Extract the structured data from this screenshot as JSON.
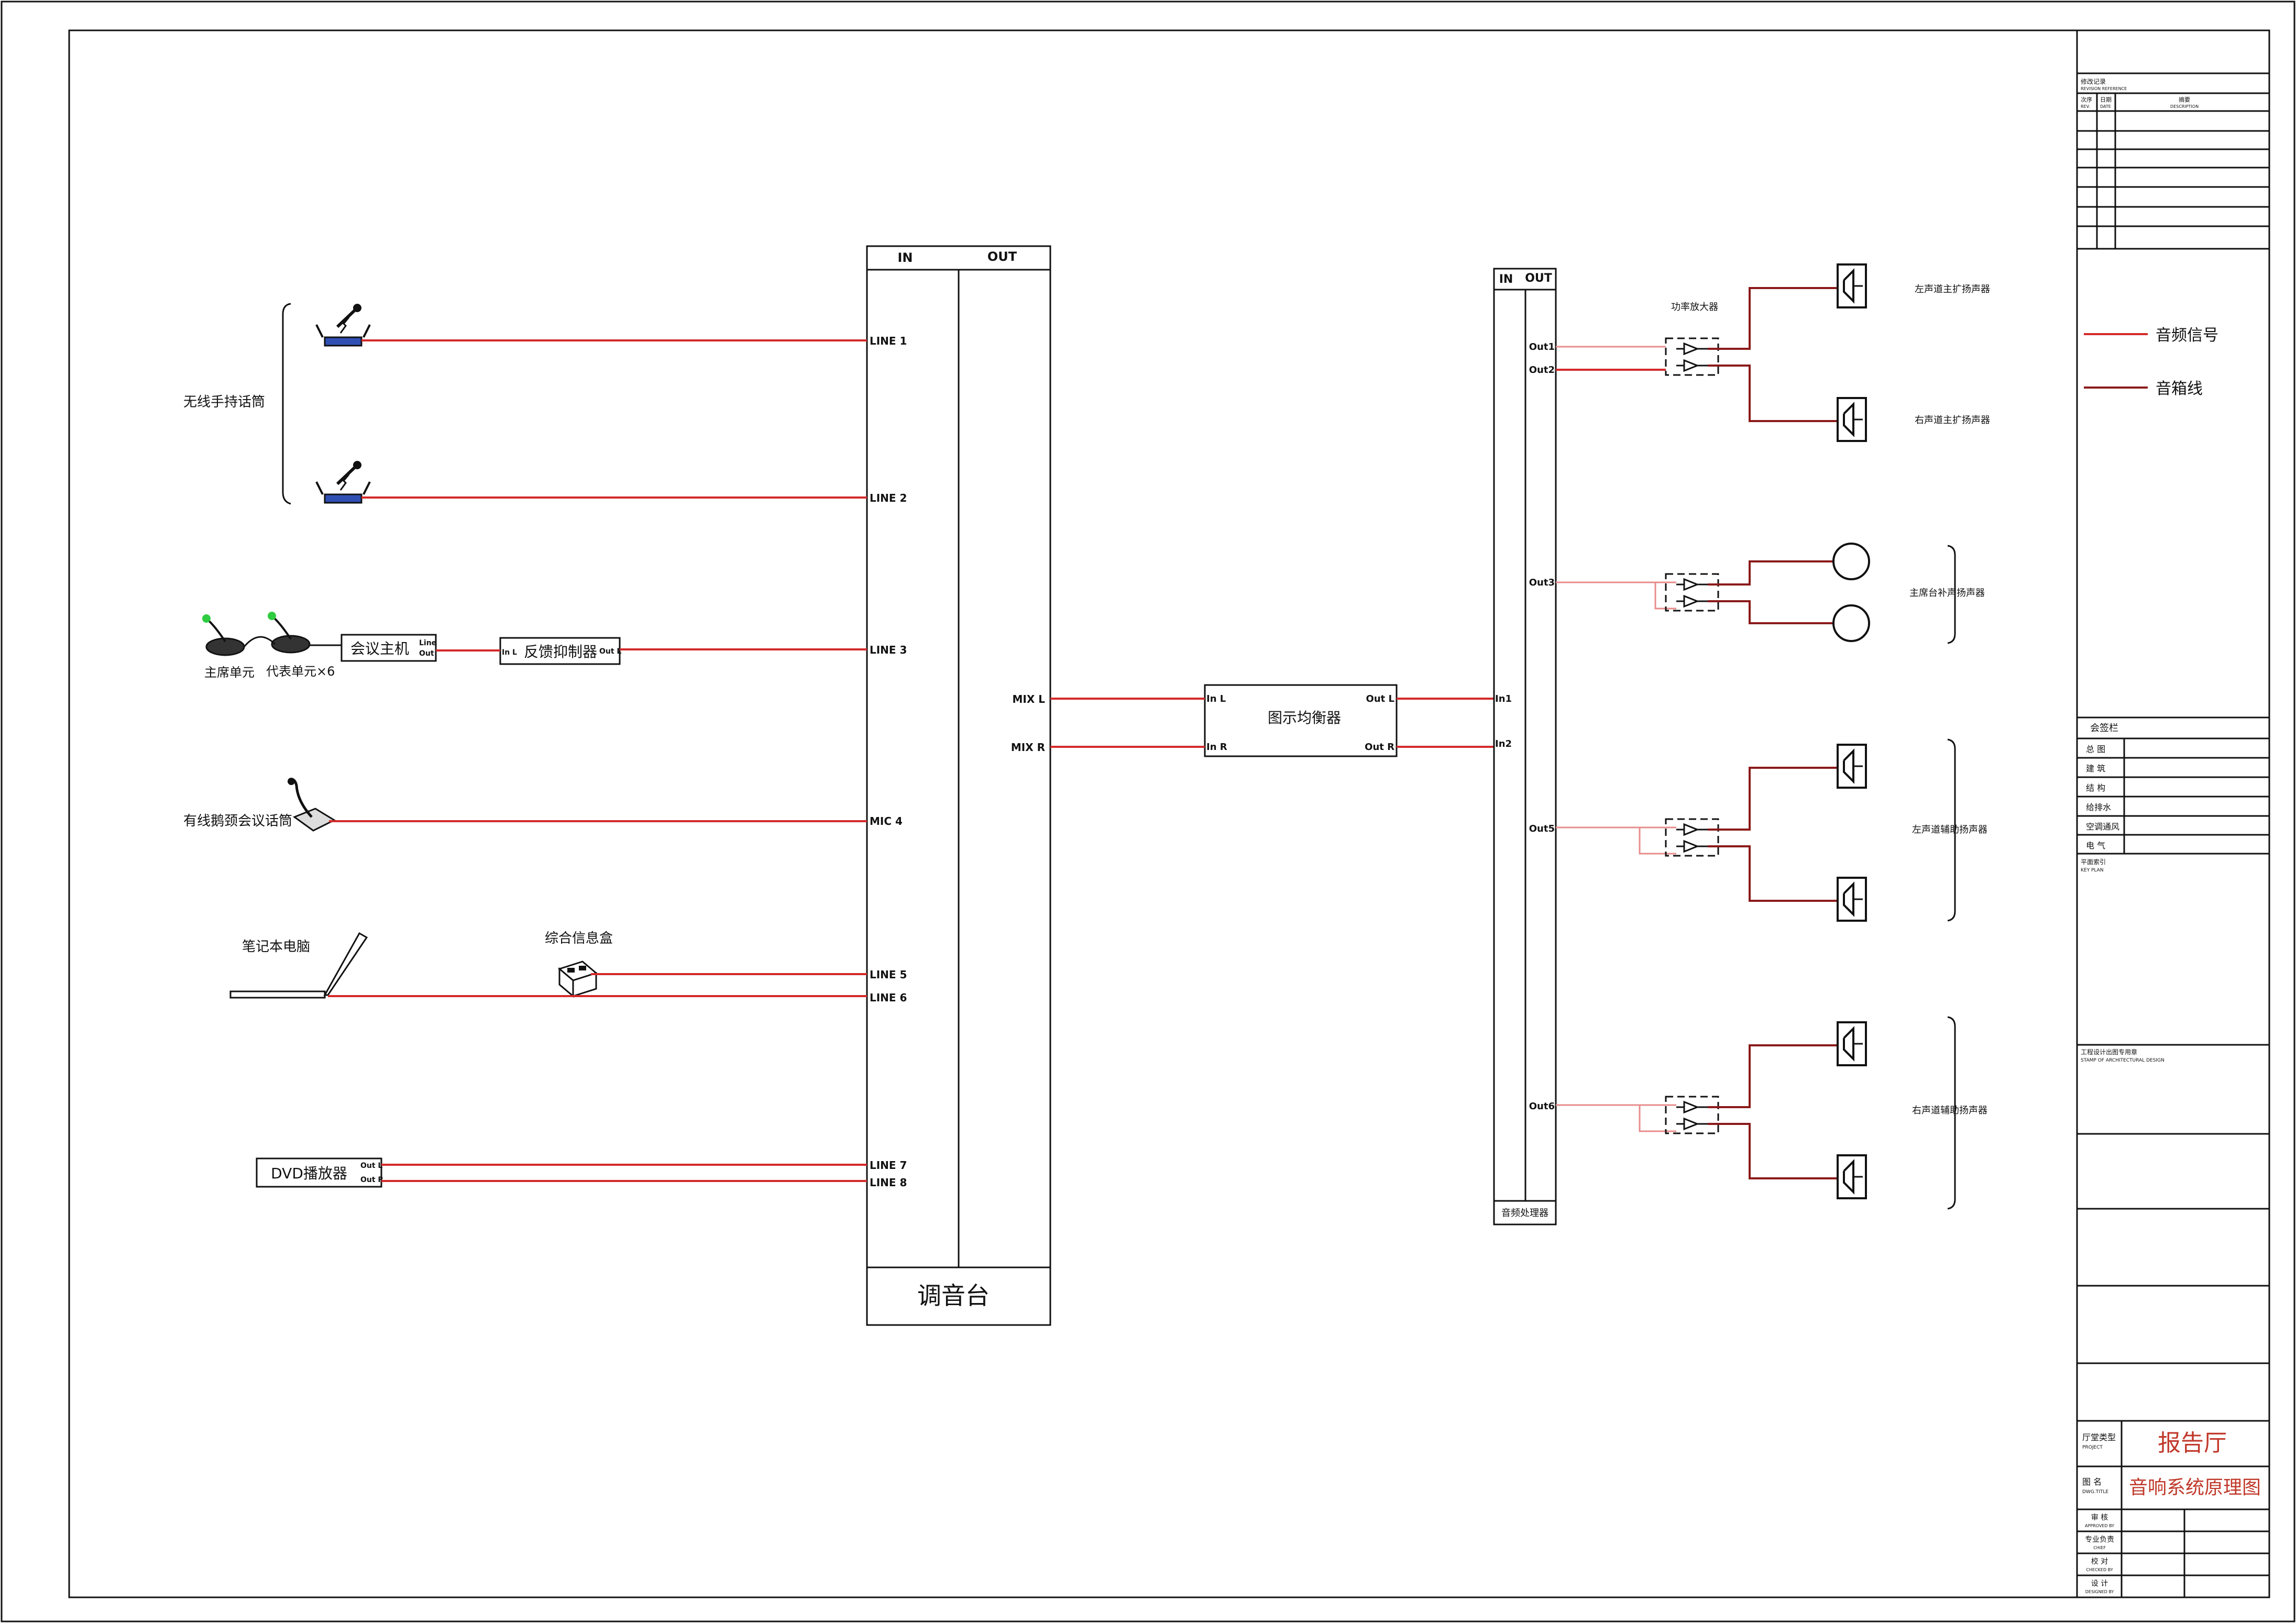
{
  "revision_block": {
    "title": "修改记录",
    "title_en": "REVISION REFERENCE",
    "col_rev": "次序",
    "col_rev_en": "REV.",
    "col_date": "日期",
    "col_date_en": "DATE",
    "col_desc": "摘要",
    "col_desc_en": "DESCRIPTION"
  },
  "legend": {
    "items": [
      {
        "label": "音频信号",
        "color": "#d42a2a"
      },
      {
        "label": "音箱线",
        "color": "#8b1a1a"
      }
    ]
  },
  "signoff": {
    "title": "会签栏",
    "items": [
      "总  图",
      "建  筑",
      "结  构",
      "给排水",
      "空调通风",
      "电  气"
    ]
  },
  "keyplan": {
    "label": "平面索引",
    "label_en": "KEY PLAN"
  },
  "stamp": {
    "label": "工程设计出图专用章",
    "label_en": "STAMP OF ARCHITECTURAL DESIGN"
  },
  "title_block": {
    "project_label": "厅堂类型",
    "project_label_en": "PROJECT",
    "project": "报告厅",
    "drawing_label": "图  名",
    "drawing_label_en": "DWG.TITLE",
    "drawing": "音响系统原理图",
    "roles": [
      {
        "cn": "审  核",
        "en": "APPROVED BY"
      },
      {
        "cn": "专业负责",
        "en": "CHIEF"
      },
      {
        "cn": "校  对",
        "en": "CHECKED BY"
      },
      {
        "cn": "设  计",
        "en": "DESIGNED BY"
      }
    ]
  },
  "sources": {
    "wireless_mic": "无线手持话筒",
    "conf_chair": "主席单元",
    "conf_delegate": "代表单元×6",
    "conf_host": "会议主机",
    "conf_host_line": "Line",
    "conf_host_out": "Out",
    "feedback": "反馈抑制器",
    "feedback_in": "In L",
    "feedback_out": "Out L",
    "gooseneck": "有线鹅颈会议话筒",
    "laptop": "笔记本电脑",
    "infobox": "综合信息盒",
    "dvd": "DVD播放器",
    "dvd_out_l": "Out L",
    "dvd_out_r": "Out R"
  },
  "mixer": {
    "in_label": "IN",
    "out_label": "OUT",
    "name": "调音台",
    "inputs": [
      "LINE 1",
      "LINE 2",
      "LINE 3",
      "MIC 4",
      "LINE 5",
      "LINE 6",
      "LINE 7",
      "LINE 8"
    ],
    "mix_l": "MIX L",
    "mix_r": "MIX R"
  },
  "eq": {
    "name": "图示均衡器",
    "in_l": "In L",
    "in_r": "In R",
    "out_l": "Out L",
    "out_r": "Out R"
  },
  "processor": {
    "in_label": "IN",
    "out_label": "OUT",
    "name": "音频处理器",
    "in1": "In1",
    "in2": "In2",
    "outs": [
      "Out1",
      "Out2",
      "Out3",
      "Out5",
      "Out6"
    ]
  },
  "amp_label": "功率放大器",
  "speakers": {
    "left_main": "左声道主扩扬声器",
    "right_main": "右声道主扩扬声器",
    "stage": "主席台补声扬声器",
    "left_aux": "左声道辅助扬声器",
    "right_aux": "右声道辅助扬声器"
  }
}
